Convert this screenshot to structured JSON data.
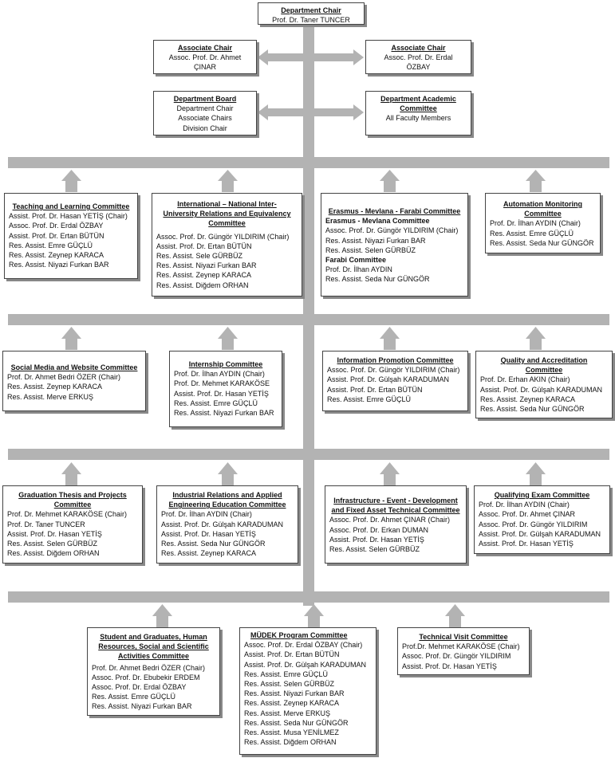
{
  "chair": {
    "title": "Department Chair",
    "lines": [
      "Prof. Dr. Taner TUNCER"
    ]
  },
  "assoc_left": {
    "title": "Associate Chair",
    "lines": [
      "Assoc. Prof. Dr. Ahmet",
      "ÇINAR"
    ]
  },
  "assoc_right": {
    "title": "Associate Chair",
    "lines": [
      "Assoc. Prof. Dr. Erdal",
      "ÖZBAY"
    ]
  },
  "board": {
    "title": "Department Board",
    "lines": [
      "Department Chair",
      "Associate Chairs",
      "Division Chair"
    ]
  },
  "academic": {
    "title": "Department Academic Committee",
    "lines": [
      "All Faculty Members"
    ]
  },
  "row1": [
    {
      "title": "Teaching and Learning Committee",
      "lines": [
        "Assist. Prof. Dr. Hasan YETİŞ (Chair)",
        "Assoc. Prof. Dr. Erdal ÖZBAY",
        "Assist. Prof. Dr. Ertan BÜTÜN",
        "Res. Assist. Emre GÜÇLÜ",
        "Res. Assist. Zeynep KARACA",
        "Res. Assist. Niyazi Furkan BAR"
      ]
    },
    {
      "title": "International – National Inter-University Relations and Equivalency Committee",
      "lines": [
        "Assoc. Prof. Dr. Güngör YILDIRIM (Chair)",
        "Assist. Prof. Dr. Ertan BÜTÜN",
        "Res. Assist. Sele GÜRBÜZ",
        "Res. Assist. Niyazi Furkan BAR",
        "Res. Assist. Zeynep KARACA",
        "Res. Assist. Diğdem ORHAN"
      ]
    },
    {
      "title": "Erasmus - Mevlana - Farabi Committee",
      "sub1": "Erasmus - Mevlana Committee",
      "lines1": [
        "Assoc. Prof. Dr. Güngör YILDIRIM (Chair)",
        "Res. Assist. Niyazi Furkan BAR",
        "Res. Assist. Selen GÜRBÜZ"
      ],
      "sub2": "Farabi Committee",
      "lines2": [
        "Prof. Dr. İlhan AYDIN",
        "Res. Assist. Seda Nur GÜNGÖR"
      ]
    },
    {
      "title": "Automation Monitoring Committee",
      "lines": [
        "Prof. Dr. İlhan AYDIN (Chair)",
        "Res. Assist. Emre GÜÇLÜ",
        "Res. Assist. Seda Nur GÜNGÖR"
      ]
    }
  ],
  "row2": [
    {
      "title": "Social Media and Website Committee",
      "lines": [
        "Prof. Dr. Ahmet Bedri ÖZER (Chair)",
        "Res. Assist. Zeynep KARACA",
        "Res. Assist. Merve ERKUŞ"
      ]
    },
    {
      "title": "Internship Committee",
      "lines": [
        "Prof. Dr. İlhan AYDIN (Chair)",
        "Prof. Dr. Mehmet KARAKÖSE",
        "Assist. Prof. Dr. Hasan YETİŞ",
        "Res. Assist. Emre GÜÇLÜ",
        "Res. Assist. Niyazi Furkan BAR"
      ]
    },
    {
      "title": "Information Promotion Committee",
      "lines": [
        "Assoc. Prof. Dr. Güngör YILDIRIM (Chair)",
        "Assist. Prof. Dr. Gülşah KARADUMAN",
        "Assist. Prof. Dr. Ertan BÜTÜN",
        "Res. Assist. Emre GÜÇLÜ"
      ]
    },
    {
      "title": "Quality and Accreditation Committee",
      "lines": [
        "Prof. Dr. Erhan AKIN (Chair)",
        "Assist. Prof. Dr. Gülşah KARADUMAN",
        "Res. Assist. Zeynep KARACA",
        "Res. Assist. Seda Nur GÜNGÖR"
      ]
    }
  ],
  "row3": [
    {
      "title": "Graduation Thesis and Projects Committee",
      "lines": [
        "Prof. Dr. Mehmet KARAKÖSE (Chair)",
        "Prof. Dr. Taner TUNCER",
        "Assist. Prof. Dr. Hasan YETİŞ",
        "Res. Assist. Selen GÜRBÜZ",
        "Res. Assist. Diğdem ORHAN"
      ]
    },
    {
      "title": "Industrial Relations and Applied Engineering Education Committee",
      "lines": [
        "Prof. Dr. İlhan AYDIN (Chair)",
        "Assist. Prof. Dr. Gülşah KARADUMAN",
        "Assist. Prof. Dr. Hasan YETİŞ",
        "Res. Assist. Seda Nur GÜNGÖR",
        "Res. Assist. Zeynep KARACA"
      ]
    },
    {
      "title": "Infrastructure - Event - Development and Fixed Asset Technical Committee",
      "lines": [
        "Assoc. Prof. Dr. Ahmet ÇINAR (Chair)",
        "Assoc. Prof. Dr. Erkan DUMAN",
        "Assist. Prof. Dr. Hasan YETİŞ",
        "Res. Assist. Selen GÜRBÜZ"
      ]
    },
    {
      "title": "Qualifying Exam Committee",
      "lines": [
        "Prof. Dr. İlhan AYDIN (Chair)",
        "Assoc. Prof. Dr. Ahmet ÇINAR",
        "Assoc. Prof. Dr. Güngör YILDIRIM",
        "Assist. Prof. Dr. Gülşah KARADUMAN",
        "Assist. Prof. Dr. Hasan YETİŞ"
      ]
    }
  ],
  "row4": [
    {
      "title": "Student and Graduates, Human Resources, Social and Scientific Activities Committee",
      "lines": [
        "Prof. Dr. Ahmet Bedri ÖZER (Chair)",
        "Assoc. Prof. Dr. Ebubekir ERDEM",
        "Assoc. Prof. Dr. Erdal ÖZBAY",
        "Res. Assist. Emre GÜÇLÜ",
        "Res. Assist. Niyazi Furkan BAR"
      ]
    },
    {
      "title": "MÜDEK Program Committee",
      "lines": [
        "Assoc. Prof. Dr. Erdal ÖZBAY (Chair)",
        "Assist. Prof. Dr. Ertan BÜTÜN",
        "Assist. Prof. Dr. Gülşah KARADUMAN",
        "Res. Assist. Emre GÜÇLÜ",
        "Res. Assist. Selen GÜRBÜZ",
        "Res. Assist. Niyazi Furkan BAR",
        "Res. Assist. Zeynep KARACA",
        "Res. Assist. Merve ERKUŞ",
        "Res. Assist. Seda Nur GÜNGÖR",
        "Res. Assist. Musa YENİLMEZ",
        "Res. Assist. Diğdem ORHAN"
      ]
    },
    {
      "title": "Technical Visit Committee",
      "lines": [
        "Prof.Dr. Mehmet KARAKÖSE (Chair)",
        "Assoc. Prof. Dr. Güngör YILDIRIM",
        "Assist. Prof. Dr. Hasan YETİŞ"
      ]
    }
  ]
}
